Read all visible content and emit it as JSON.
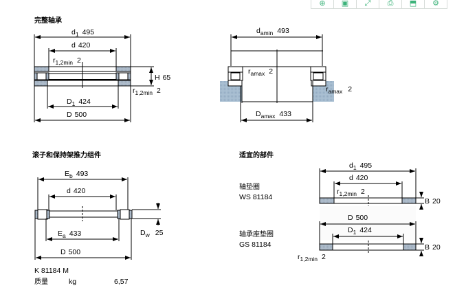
{
  "toolbar": {
    "buttons": [
      {
        "icon": "zoom-icon",
        "glyph": "⊕"
      },
      {
        "icon": "document-icon",
        "glyph": "▣"
      },
      {
        "icon": "expand-icon",
        "glyph": "⤢"
      },
      {
        "icon": "print-icon",
        "glyph": "⎙"
      },
      {
        "icon": "export-icon",
        "glyph": "⬒"
      },
      {
        "icon": "settings-icon",
        "glyph": "⚙"
      }
    ],
    "icon_color": "#3cb37a"
  },
  "complete_bearing": {
    "title": "完整轴承",
    "d1": {
      "sym": "d",
      "sub": "1",
      "val": "495"
    },
    "d": {
      "sym": "d",
      "val": "420"
    },
    "r_top": {
      "sym": "r",
      "sub": "1,2min",
      "val": "2"
    },
    "H": {
      "sym": "H",
      "val": "65"
    },
    "r_right": {
      "sym": "r",
      "sub": "1,2min",
      "val": "2"
    },
    "D1": {
      "sym": "D",
      "sub": "1",
      "val": "424"
    },
    "D": {
      "sym": "D",
      "val": "500"
    }
  },
  "abutment": {
    "damin": {
      "sym": "d",
      "sub": "amin",
      "val": "493"
    },
    "ra_inner": {
      "sym": "r",
      "sub": "amax",
      "val": "2"
    },
    "ra_outer": {
      "sym": "r",
      "sub": "amax",
      "val": "2"
    },
    "Damax": {
      "sym": "D",
      "sub": "amax",
      "val": "433"
    }
  },
  "roller_cage": {
    "title": "滚子和保持架推力组件",
    "Eb": {
      "sym": "E",
      "sub": "b",
      "val": "493"
    },
    "d": {
      "sym": "d",
      "val": "420"
    },
    "Dw": {
      "sym": "D",
      "sub": "w",
      "val": "25"
    },
    "Ea": {
      "sym": "E",
      "sub": "a",
      "val": "433"
    },
    "D": {
      "sym": "D",
      "val": "500"
    },
    "designation": "K 81184 M",
    "mass_label": "质量",
    "mass_unit": "kg",
    "mass_value": "6,57"
  },
  "suitable_parts": {
    "title": "适宜的部件",
    "shaft_washer": {
      "name": "轴垫圈",
      "designation": "WS 81184",
      "d1": {
        "sym": "d",
        "sub": "1",
        "val": "495"
      },
      "d": {
        "sym": "d",
        "val": "420"
      },
      "r": {
        "sym": "r",
        "sub": "1,2min",
        "val": "2"
      },
      "B": {
        "sym": "B",
        "val": "20"
      }
    },
    "housing_washer": {
      "name": "轴承座垫圈",
      "designation": "GS 81184",
      "D": {
        "sym": "D",
        "val": "500"
      },
      "D1": {
        "sym": "D",
        "sub": "1",
        "val": "424"
      },
      "B": {
        "sym": "B",
        "val": "20"
      },
      "r": {
        "sym": "r",
        "sub": "1,2min",
        "val": "2"
      }
    }
  },
  "colors": {
    "ring": "#aebccb",
    "housing": "#a9bfd2"
  }
}
